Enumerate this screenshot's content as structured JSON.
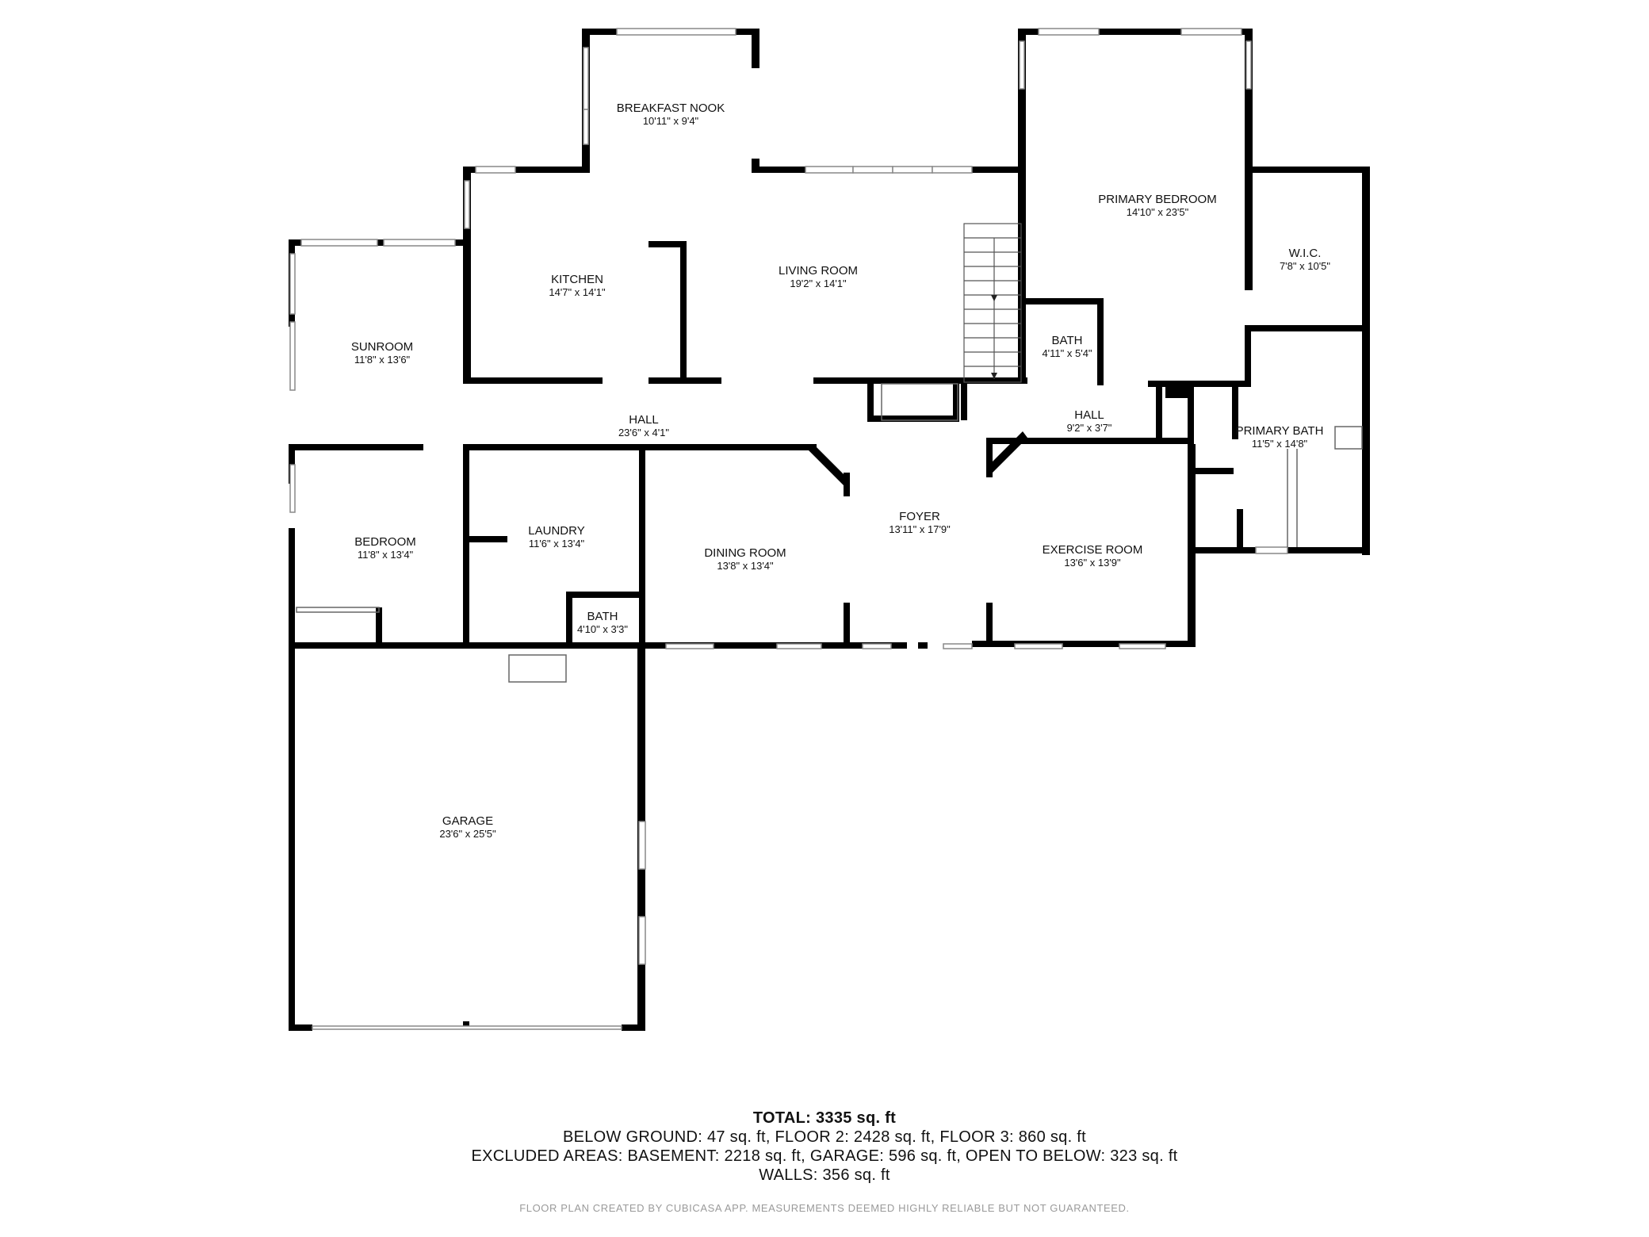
{
  "rooms": {
    "breakfast_nook": {
      "name": "BREAKFAST NOOK",
      "dims": "10'11\" x 9'4\""
    },
    "primary_bedroom": {
      "name": "PRIMARY BEDROOM",
      "dims": "14'10\" x 23'5\""
    },
    "kitchen": {
      "name": "KITCHEN",
      "dims": "14'7\" x 14'1\""
    },
    "living_room": {
      "name": "LIVING ROOM",
      "dims": "19'2\" x 14'1\""
    },
    "wic": {
      "name": "W.I.C.",
      "dims": "7'8\" x 10'5\""
    },
    "sunroom": {
      "name": "SUNROOM",
      "dims": "11'8\" x 13'6\""
    },
    "bath_upper": {
      "name": "BATH",
      "dims": "4'11\" x 5'4\""
    },
    "hall_main": {
      "name": "HALL",
      "dims": "23'6\" x 4'1\""
    },
    "hall_east": {
      "name": "HALL",
      "dims": "9'2\" x 3'7\""
    },
    "primary_bath": {
      "name": "PRIMARY BATH",
      "dims": "11'5\" x 14'8\""
    },
    "bedroom": {
      "name": "BEDROOM",
      "dims": "11'8\" x 13'4\""
    },
    "laundry": {
      "name": "LAUNDRY",
      "dims": "11'6\" x 13'4\""
    },
    "dining_room": {
      "name": "DINING ROOM",
      "dims": "13'8\" x 13'4\""
    },
    "foyer": {
      "name": "FOYER",
      "dims": "13'11\" x 17'9\""
    },
    "exercise_room": {
      "name": "EXERCISE ROOM",
      "dims": "13'6\" x 13'9\""
    },
    "bath_lower": {
      "name": "BATH",
      "dims": "4'10\" x 3'3\""
    },
    "garage": {
      "name": "GARAGE",
      "dims": "23'6\" x 25'5\""
    }
  },
  "summary": {
    "total": "TOTAL: 3335 sq. ft",
    "line1": "BELOW GROUND: 47 sq. ft, FLOOR 2: 2428 sq. ft, FLOOR 3: 860 sq. ft",
    "line2": "EXCLUDED AREAS: BASEMENT: 2218 sq. ft, GARAGE: 596 sq. ft, OPEN TO BELOW: 323 sq. ft",
    "line3": "WALLS: 356 sq. ft"
  },
  "disclaimer": "FLOOR PLAN CREATED BY CUBICASA APP. MEASUREMENTS DEEMED HIGHLY RELIABLE BUT NOT GUARANTEED."
}
